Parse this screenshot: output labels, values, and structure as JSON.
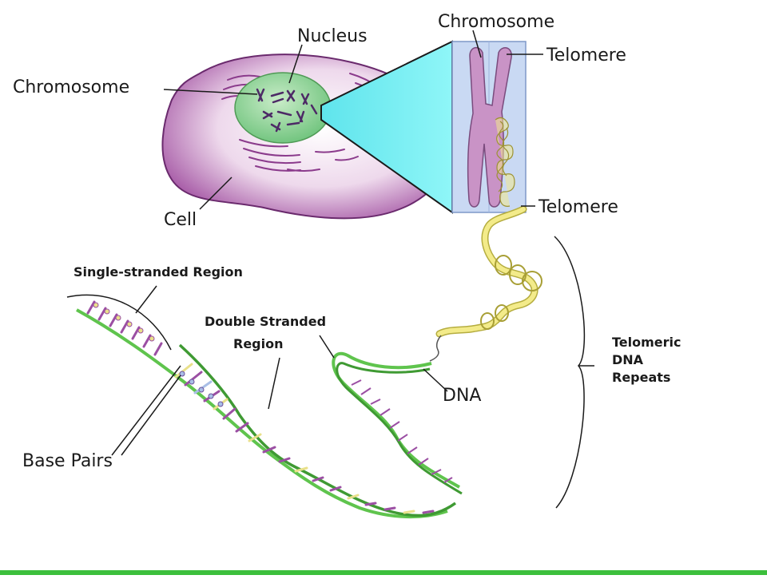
{
  "labels": {
    "nucleus": "Nucleus",
    "chromosome_cell": "Chromosome",
    "cell": "Cell",
    "chromosome_zoom": "Chromosome",
    "telomere_top": "Telomere",
    "telomere_bottom": "Telomere",
    "single_stranded": "Single-stranded Region",
    "double_stranded_line1": "Double Stranded",
    "double_stranded_line2": "Region",
    "dna": "DNA",
    "telomeric_line1": "Telomeric",
    "telomeric_line2": "DNA",
    "telomeric_line3": "Repeats",
    "base_pairs": "Base Pairs"
  },
  "colors": {
    "cytoplasm": "#e9cfe6",
    "cell_membrane": "#8a3d8c",
    "nucleus": "#8fd39b",
    "zoom_beam": "#7cf3f7",
    "chromosome_panel": "#c8d8f5",
    "chromosome": "#c993c6",
    "coil": "#f3eb8a",
    "dna_backbone": "#5fc44d",
    "base_purple": "#9b4fa3",
    "base_yellow": "#e9e08a",
    "base_blue": "#a9bfe6",
    "bottom_bar": "#3cbf3c"
  }
}
